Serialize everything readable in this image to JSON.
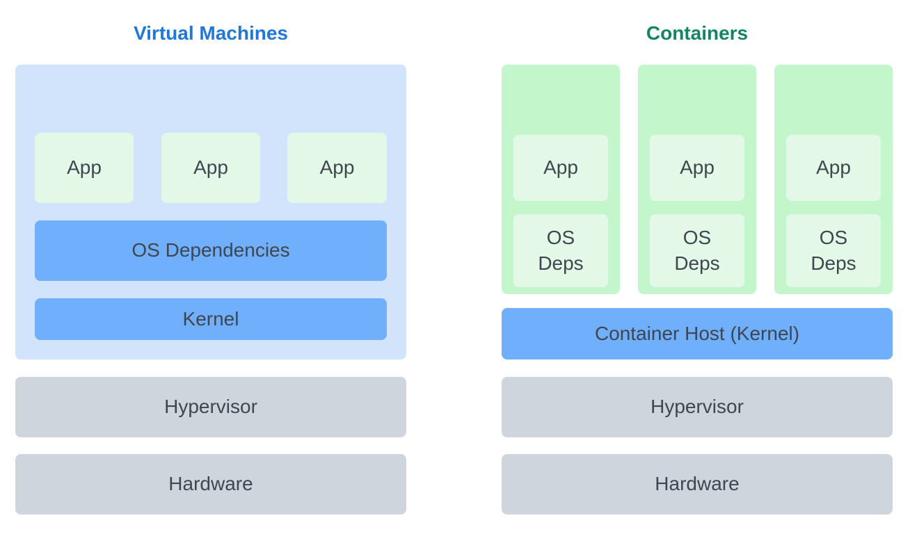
{
  "vm": {
    "title": "Virtual Machines",
    "apps": [
      "App",
      "App",
      "App"
    ],
    "os_dependencies": "OS Dependencies",
    "kernel": "Kernel",
    "hypervisor": "Hypervisor",
    "hardware": "Hardware"
  },
  "containers": {
    "title": "Containers",
    "columns": [
      {
        "app": "App",
        "deps_line1": "OS",
        "deps_line2": "Deps"
      },
      {
        "app": "App",
        "deps_line1": "OS",
        "deps_line2": "Deps"
      },
      {
        "app": "App",
        "deps_line1": "OS",
        "deps_line2": "Deps"
      }
    ],
    "host": "Container Host (Kernel)",
    "hypervisor": "Hypervisor",
    "hardware": "Hardware"
  },
  "colors": {
    "vm_title": "#1f78d8",
    "containers_title": "#138564",
    "vm_frame": "#d1e4fc",
    "container_frame": "#c3f6cb",
    "app_box": "#e3f8e6",
    "os_layer": "#70affc",
    "infra_layer": "#cfd5dd",
    "text": "#3f4650"
  }
}
